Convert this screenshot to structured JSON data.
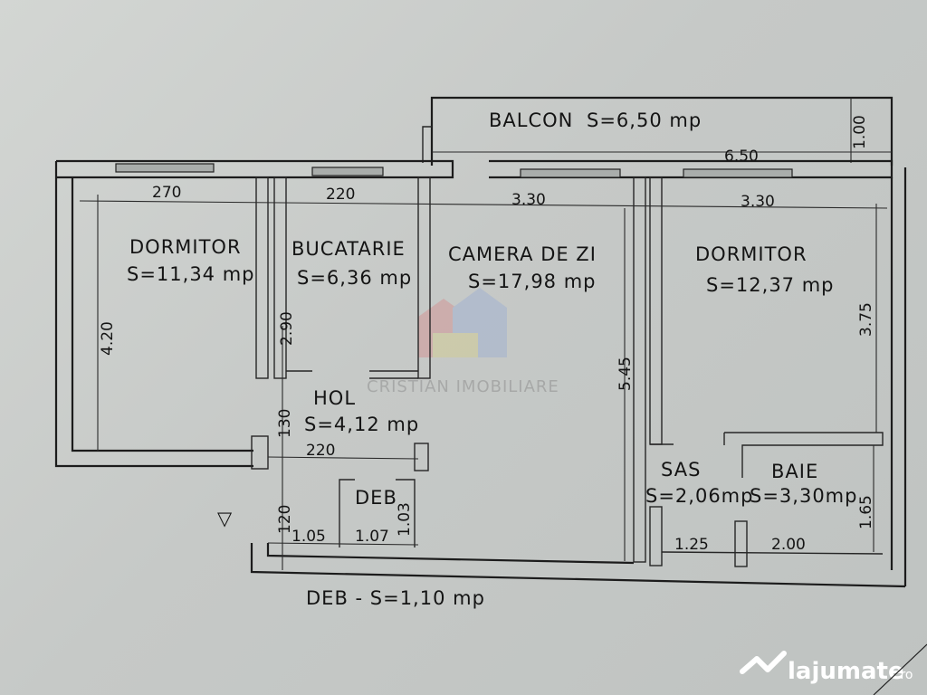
{
  "balcony": {
    "name": "BALCON",
    "area": "S=6,50 mp",
    "width": "6.50",
    "depth": "1.00"
  },
  "rooms": {
    "bedroom_left": {
      "name": "DORMITOR",
      "area": "S=11,34 mp"
    },
    "kitchen": {
      "name": "BUCATARIE",
      "area": "S=6,36 mp"
    },
    "living": {
      "name": "CAMERA DE ZI",
      "area": "S=17,98 mp"
    },
    "bedroom_right": {
      "name": "DORMITOR",
      "area": "S=12,37 mp"
    },
    "hall": {
      "name": "HOL",
      "area": "S=4,12 mp"
    },
    "storage": {
      "name": "DEB"
    },
    "vestibule": {
      "name": "SAS",
      "area": "S=2,06mp"
    },
    "bathroom": {
      "name": "BAIE",
      "area": "S=3,30mp"
    }
  },
  "storage_note": "DEB - S=1,10 mp",
  "dimensions": {
    "bedroom_left_w": "270",
    "kitchen_w": "220",
    "living_w": "3.30",
    "bedroom_right_w": "3.30",
    "bedroom_left_h": "4.20",
    "kitchen_h": "2.90",
    "living_h": "5.45",
    "bedroom_right_h": "3.75",
    "hall_w": "220",
    "hall_h1": "130",
    "hall_h2": "120",
    "hall_bottom": "1.05",
    "storage_w": "1.07",
    "storage_h": "1.03",
    "vestibule_w": "1.25",
    "bathroom_w": "2.00",
    "bathroom_h": "1.65"
  },
  "entry_marker": "▽",
  "watermark": {
    "line1": "CRISTIAN IMOBILIARE"
  },
  "brand": {
    "name": "lajumate",
    "tld": ".ro"
  }
}
